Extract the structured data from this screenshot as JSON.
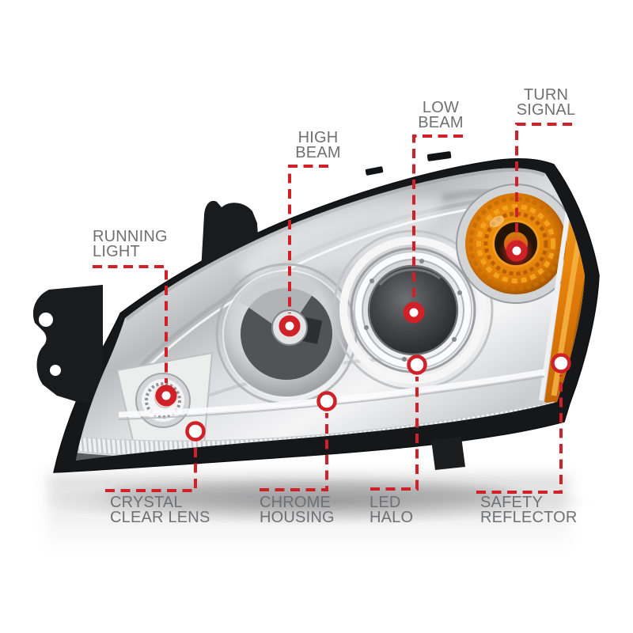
{
  "page": {
    "background": "#ffffff",
    "description": "Annotated product diagram of a chrome housing projector headlight with callout labels"
  },
  "colors": {
    "callout_line_red": "#d02028",
    "label_text_gray": "#6f7072",
    "amber_reflector": "#e6820a",
    "housing_black": "#161718",
    "chrome_light": "#eceded"
  },
  "callouts": [
    {
      "id": "running-light",
      "line1": "RUNNING",
      "line2": "LIGHT"
    },
    {
      "id": "high-beam",
      "line1": "HIGH",
      "line2": "BEAM"
    },
    {
      "id": "low-beam",
      "line1": "LOW",
      "line2": "BEAM"
    },
    {
      "id": "turn-signal",
      "line1": "TURN",
      "line2": "SIGNAL"
    },
    {
      "id": "crystal-clear-lens",
      "line1": "CRYSTAL",
      "line2": "CLEAR LENS"
    },
    {
      "id": "chrome-housing",
      "line1": "CHROME",
      "line2": "HOUSING"
    },
    {
      "id": "led-halo",
      "line1": "LED",
      "line2": "HALO"
    },
    {
      "id": "safety-reflector",
      "line1": "SAFETY",
      "line2": "REFLECTOR"
    }
  ]
}
